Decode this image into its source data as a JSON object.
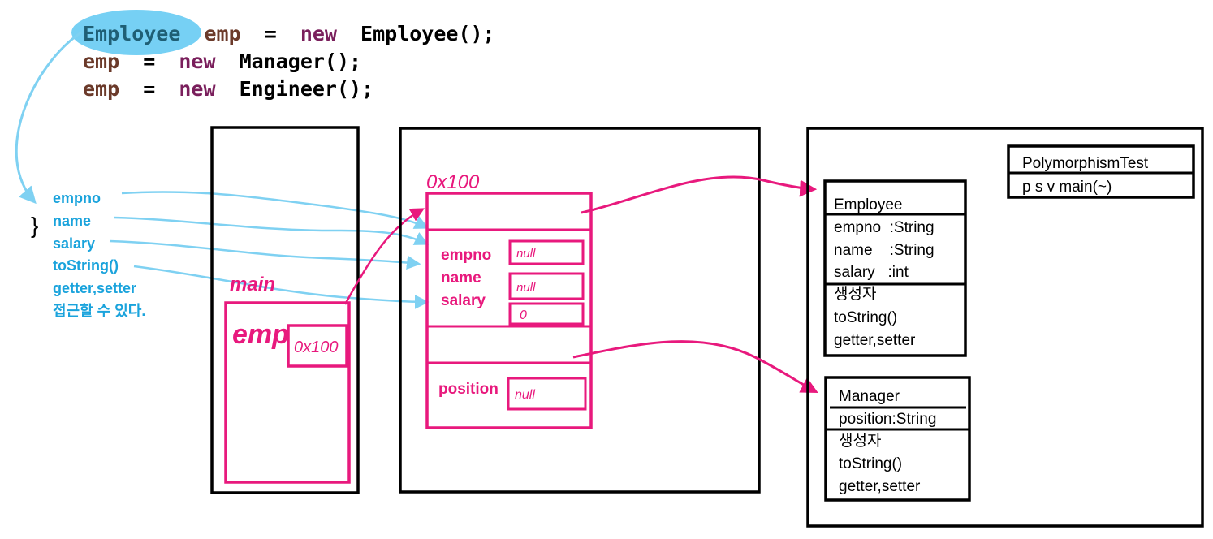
{
  "code": {
    "line1": {
      "type": "Employee",
      "var": "emp",
      "op": "=",
      "kw": "new",
      "ctor": "Employee();"
    },
    "line2": {
      "var": "emp",
      "op": "=",
      "kw": "new",
      "ctor": "Manager();"
    },
    "line3": {
      "var": "emp",
      "op": "=",
      "kw": "new",
      "ctor": "Engineer();"
    }
  },
  "brace": "}",
  "accessible_members": [
    "empno",
    "name",
    "salary",
    "toString()",
    "getter,setter",
    "접근할 수 있다."
  ],
  "stack": {
    "frame_label": "main",
    "var_label": "emp",
    "var_value": "0x100"
  },
  "heap": {
    "address": "0x100",
    "fields": [
      "empno",
      "name",
      "salary"
    ],
    "field_values": [
      "null",
      "null",
      "0"
    ],
    "sub_field": "position",
    "sub_field_value": "null"
  },
  "classes": {
    "employee": {
      "name": "Employee",
      "attributes": [
        "empno  :String",
        "name    :String",
        "salary   :int"
      ],
      "methods": [
        "생성자",
        "toString()",
        "getter,setter"
      ]
    },
    "manager": {
      "name": "Manager",
      "attributes": [
        "position:String"
      ],
      "methods": [
        "생성자",
        "toString()",
        "getter,setter"
      ]
    },
    "test": {
      "name": "PolymorphismTest",
      "methods": [
        "p s v main(~)"
      ]
    }
  },
  "colors": {
    "pink": "#e8197d",
    "blue": "#1aa3dc",
    "light_blue": "#7fd1f2",
    "highlight": "#5ec8f2",
    "code_type": "#1f5f75",
    "code_var": "#6b3a2a",
    "code_kw": "#7a1f5c"
  }
}
